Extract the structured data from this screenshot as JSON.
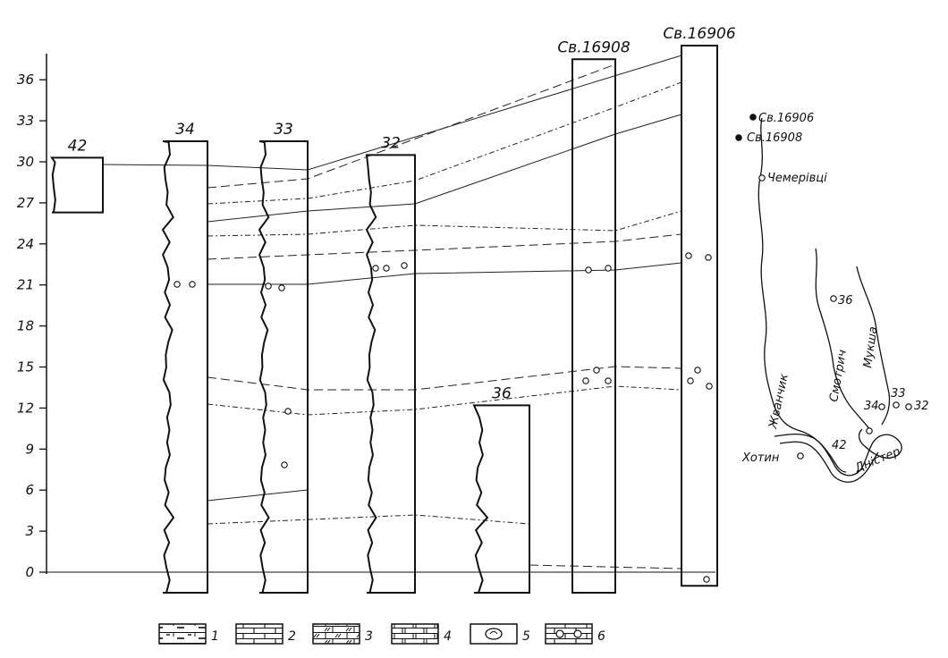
{
  "scale": {
    "ticks": [
      "0",
      "3",
      "6",
      "9",
      "12",
      "15",
      "18",
      "21",
      "24",
      "27",
      "30",
      "33",
      "36"
    ]
  },
  "columns": [
    {
      "id": "c42",
      "label": "42",
      "pattern": "p1",
      "top": 30.3,
      "bottom": 26.3
    },
    {
      "id": "c34",
      "label": "34",
      "pattern": "p2",
      "top": 31.5,
      "bottom": -1.5
    },
    {
      "id": "c33",
      "label": "33",
      "pattern": "p2",
      "top": 31.5,
      "bottom": -1.5
    },
    {
      "id": "c32",
      "label": "32",
      "pattern": "p2",
      "top": 30.5,
      "bottom": -1.5
    },
    {
      "id": "c36",
      "label": "36",
      "pattern": "p2",
      "top": 12.2,
      "bottom": -1.5
    },
    {
      "id": "c16908",
      "label": "Св.16908",
      "pattern": "p3",
      "top": 37.5,
      "bottom": -1.5
    },
    {
      "id": "c16906",
      "label": "Св.16906",
      "pattern": "p3",
      "top": 38.5,
      "bottom": -1.0
    }
  ],
  "map": {
    "points": [
      {
        "label": "Св.16906"
      },
      {
        "label": "Св.16908"
      },
      {
        "label": "Чемерівці"
      },
      {
        "label": "36"
      },
      {
        "label": "33"
      },
      {
        "label": "34"
      },
      {
        "label": "32"
      },
      {
        "label": "42"
      },
      {
        "label": "Хотин"
      }
    ],
    "rivers": [
      {
        "label": "Жванчик"
      },
      {
        "label": "Смотрич"
      },
      {
        "label": "Мукша"
      },
      {
        "label": "Дністер"
      }
    ]
  },
  "legend": [
    {
      "label": "1",
      "pattern": "p1",
      "icon": "limestone-bedded-icon"
    },
    {
      "label": "2",
      "pattern": "p2",
      "icon": "limestone-icon"
    },
    {
      "label": "3",
      "pattern": "p3",
      "icon": "dolomitic-limestone-icon"
    },
    {
      "label": "4",
      "pattern": "p4",
      "icon": "marl-icon"
    },
    {
      "label": "5",
      "pattern": "fossil",
      "icon": "fossil-icon"
    },
    {
      "label": "6",
      "pattern": "nodule",
      "icon": "nodule-icon"
    }
  ]
}
